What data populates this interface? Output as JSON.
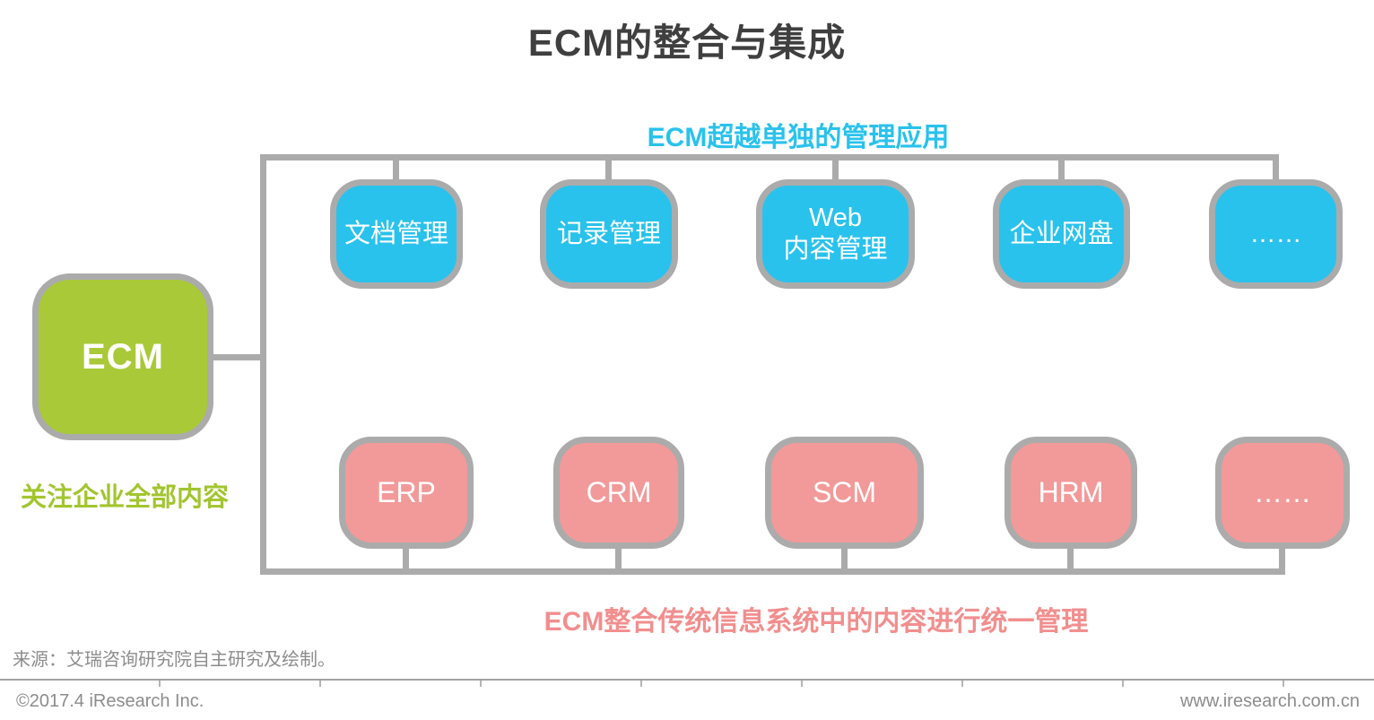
{
  "title": "ECM的整合与集成",
  "annotations": {
    "top_heading": "ECM超越单独的管理应用",
    "bottom_heading": "ECM整合传统信息系统中的内容进行统一管理",
    "ecm_caption": "关注企业全部内容"
  },
  "ecm_box": {
    "label": "ECM"
  },
  "top_row_boxes": [
    {
      "label": "文档管理"
    },
    {
      "label": "记录管理"
    },
    {
      "label": "Web\n内容管理"
    },
    {
      "label": "企业网盘"
    },
    {
      "label": "……"
    }
  ],
  "bottom_row_boxes": [
    {
      "label": "ERP"
    },
    {
      "label": "CRM"
    },
    {
      "label": "SCM"
    },
    {
      "label": "HRM"
    },
    {
      "label": "……"
    }
  ],
  "footer": {
    "source": "来源：艾瑞咨询研究院自主研究及绘制。",
    "copyright": "©2017.4 iResearch Inc.",
    "website": "www.iresearch.com.cn"
  },
  "colors": {
    "blue": "#29C2EC",
    "pink": "#F29A99",
    "pink_text": "#F28E8E",
    "green": "#A9C938",
    "green_text": "#A2C52F",
    "line_gray": "#ABABAB",
    "title_gray": "#3F3F3F",
    "footer_gray": "#8C8C8C"
  }
}
